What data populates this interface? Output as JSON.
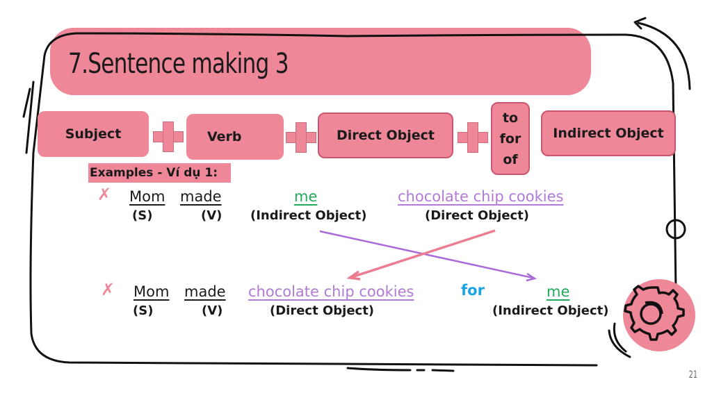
{
  "title": "7.Sentence making 3",
  "formula": {
    "subject": "Subject",
    "verb": "Verb",
    "direct_object": "Direct Object",
    "prepositions": [
      "to",
      "for",
      "of"
    ],
    "indirect_object": "Indirect Object"
  },
  "examples_label": "Examples - Ví dụ 1:",
  "example1": {
    "mark": "✗",
    "subject": "Mom",
    "verb": "made",
    "object1": "me",
    "object2": "chocolate chip cookies",
    "roles": {
      "s": "(S)",
      "v": "(V)",
      "o1": "(Indirect Object)",
      "o2": "(Direct Object)"
    }
  },
  "example2": {
    "mark": "✗",
    "subject": "Mom",
    "verb": "made",
    "object1": "chocolate chip cookies",
    "preposition": "for",
    "object2": "me",
    "roles": {
      "s": "(S)",
      "v": "(V)",
      "o1": "(Direct Object)",
      "o2": "(Indirect Object)"
    }
  },
  "colors": {
    "accent_pink": "#ee8798",
    "indirect_green": "#1faa59",
    "direct_purple": "#b07ad6",
    "preposition_blue": "#1aa3e0"
  },
  "page_number": "21"
}
